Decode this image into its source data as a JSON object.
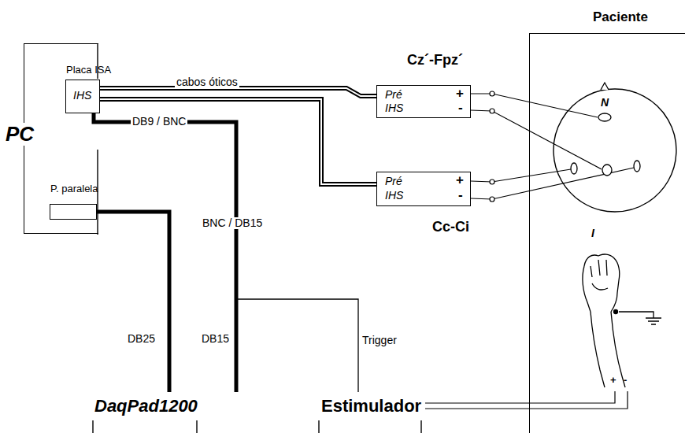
{
  "diagram": {
    "nodes": [
      {
        "text": [
          "PC"
        ]
      },
      {
        "text": [
          "Placa ISA",
          "IHS"
        ],
        "in": 0
      },
      {
        "text": [
          "P. paralela"
        ],
        "in": 0
      },
      {
        "text": [
          "Cz´-Fpz´",
          "Pré",
          "IHS",
          "+",
          "-"
        ]
      },
      {
        "text": [
          "Pré",
          "IHS",
          "+",
          "-",
          "Cc-Ci"
        ]
      },
      {
        "text": [
          "Paciente"
        ]
      },
      {
        "text": [
          "N",
          "I"
        ],
        "in": 5
      },
      {
        "text": [
          "DaqPad1200"
        ]
      },
      {
        "text": [
          "Estimulador"
        ]
      }
    ],
    "edges": [
      {
        "from": 1,
        "to": 3,
        "arrow": "none",
        "label": "cabos óticos"
      },
      {
        "from": 1,
        "to": 4,
        "arrow": "none"
      },
      {
        "from": 1,
        "to": 7,
        "arrow": "none"
      },
      {
        "from": 2,
        "to": 7,
        "arrow": "none",
        "label": "DB25"
      },
      {
        "from": 8,
        "to": 1,
        "arrow": "none",
        "label": "Trigger"
      },
      {
        "from": 3,
        "to": 6,
        "arrow": "none"
      },
      {
        "from": 3,
        "to": 6,
        "arrow": "none"
      },
      {
        "from": 4,
        "to": 6,
        "arrow": "none"
      },
      {
        "from": 4,
        "to": 6,
        "arrow": "none"
      },
      {
        "from": 8,
        "to": 5,
        "arrow": "none"
      }
    ],
    "labels": [
      "DB9 / BNC",
      "BNC / DB15",
      "DB15",
      "+",
      "-"
    ]
  }
}
